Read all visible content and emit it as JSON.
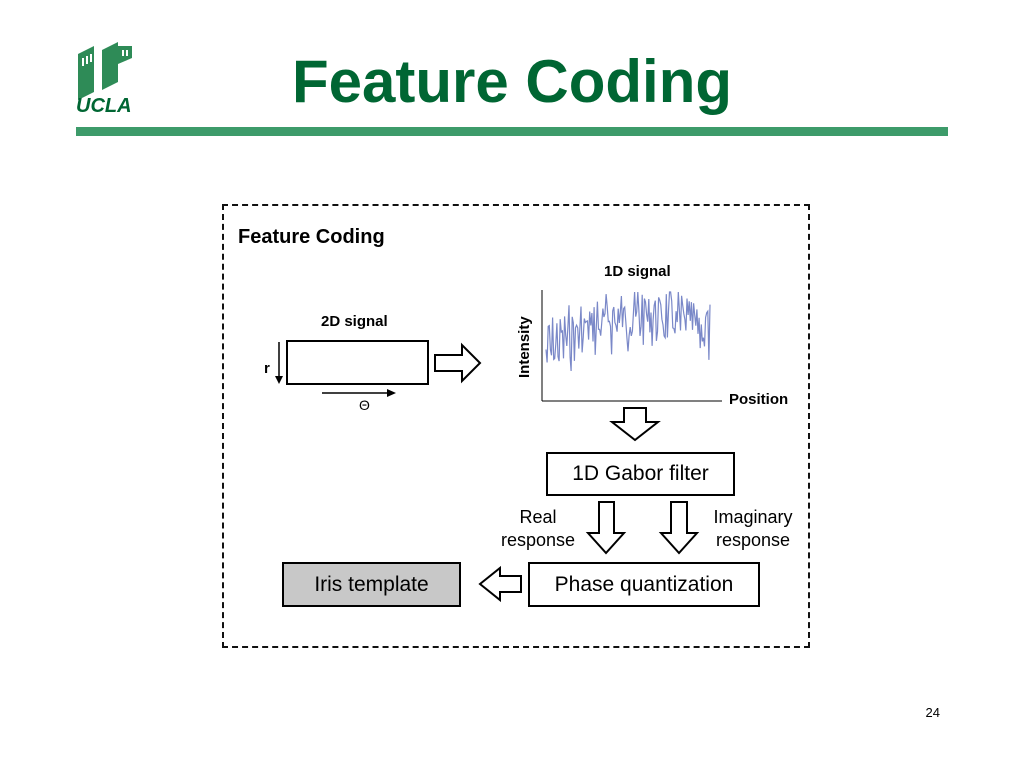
{
  "slide": {
    "title": "Feature Coding",
    "page_number": "24",
    "logo_text": "UCLA",
    "accent_color": "#006633"
  },
  "panel": {
    "title": "Feature Coding"
  },
  "signal_2d": {
    "label": "2D signal",
    "axis_r": "r",
    "axis_theta": "Θ"
  },
  "signal_1d": {
    "label": "1D signal",
    "ylabel": "Intensity",
    "xlabel": "Position",
    "line_color": "#7a88c8"
  },
  "process": {
    "gabor": "1D Gabor filter",
    "real_line1": "Real",
    "real_line2": "response",
    "imag_line1": "Imaginary",
    "imag_line2": "response",
    "phase": "Phase quantization",
    "iris": "Iris template"
  }
}
